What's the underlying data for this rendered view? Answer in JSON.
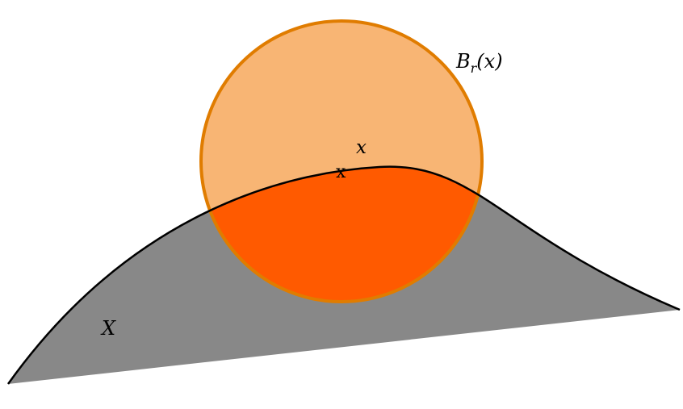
{
  "labels": {
    "ball": "B",
    "ball_sub": "r",
    "ball_arg": "(x)",
    "point": "x",
    "point_marker": "x",
    "set": "X"
  },
  "colors": {
    "ball_fill": "#f8b574",
    "ball_stroke": "#e07c00",
    "set_fill": "#888888",
    "intersection_fill": "#ff5a00",
    "curve_stroke": "#000000"
  }
}
